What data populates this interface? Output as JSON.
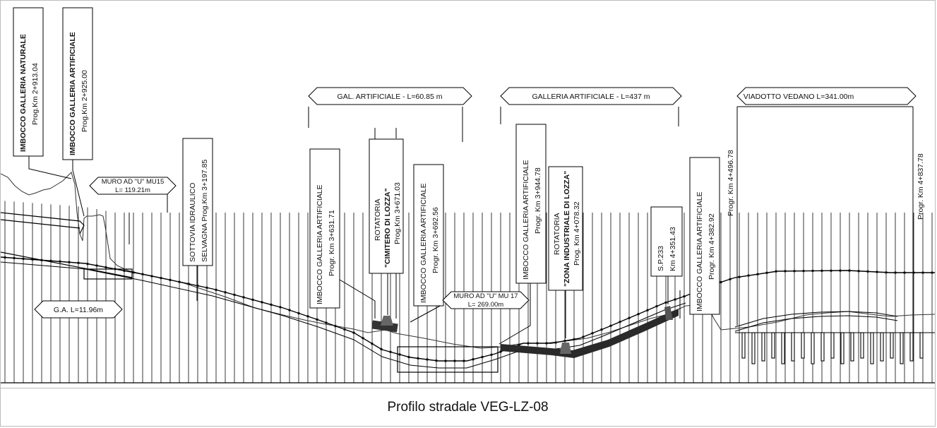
{
  "caption": "Profilo stradale VEG-LZ-08",
  "labels": {
    "imbocco_naturale_1": "IMBOCCO GALLERIA NATURALE",
    "imbocco_naturale_2": "Prog.Km 2+913.04",
    "imbocco_artificiale_a_1": "IMBOCCO GALLERIA ARTIFICIALE",
    "imbocco_artificiale_a_2": "Prog.Km 2+925.00",
    "muro_mu15_1": "MURO AD \"U\" MU15",
    "muro_mu15_2": "L= 119.21m",
    "sottovia_1": "SOTTOVIA IDRAULICO",
    "sottovia_2": "SELVAGNA Prog.Km 3+197.85",
    "ga_short": "G.A. L=11.96m",
    "gal_artificiale_header": "GAL. ARTIFICIALE - L=60.85 m",
    "imbocco_b_1": "IMBOCCO GALLERIA ARTIFICIALE",
    "imbocco_b_2": "Progr. Km 3+631.71",
    "rotatoria_cimitero_1": "ROTATORIA",
    "rotatoria_cimitero_2": "\"CIMITERO DI LOZZA\"",
    "rotatoria_cimitero_3": "Prog.Km 3+671.03",
    "imbocco_c_1": "IMBOCCO GALLERIA ARTIFICIALE",
    "imbocco_c_2": "Progr. Km 3+692.56",
    "muro_mu17_1": "MURO AD \"U\" MU 17",
    "muro_mu17_2": "L= 269.00m",
    "galleria_artificiale_header": "GALLERIA ARTIFICIALE - L=437 m",
    "imbocco_d_1": "IMBOCCO GALLERIA ARTIFICIALE",
    "imbocco_d_2": "Progr. Km 3+944.78",
    "rotatoria_zona_1": "ROTATORIA",
    "rotatoria_zona_2": "\"ZONA INDUSTRIALE DI LOZZA\"",
    "rotatoria_zona_3": "Prog. Km 4+078.32",
    "sp233_1": "S.P.233",
    "sp233_2": "Km 4+351.43",
    "imbocco_e_1": "IMBOCCO GALLERIA ARTIFICIALE",
    "imbocco_e_2": "Progr. Km 4+382.92",
    "viadotto_header": "VIADOTTO VEDANO L=341.00m",
    "progr_start": "Progr. Km 4+496.78",
    "progr_end": "Progr. Km 4+837.78"
  }
}
